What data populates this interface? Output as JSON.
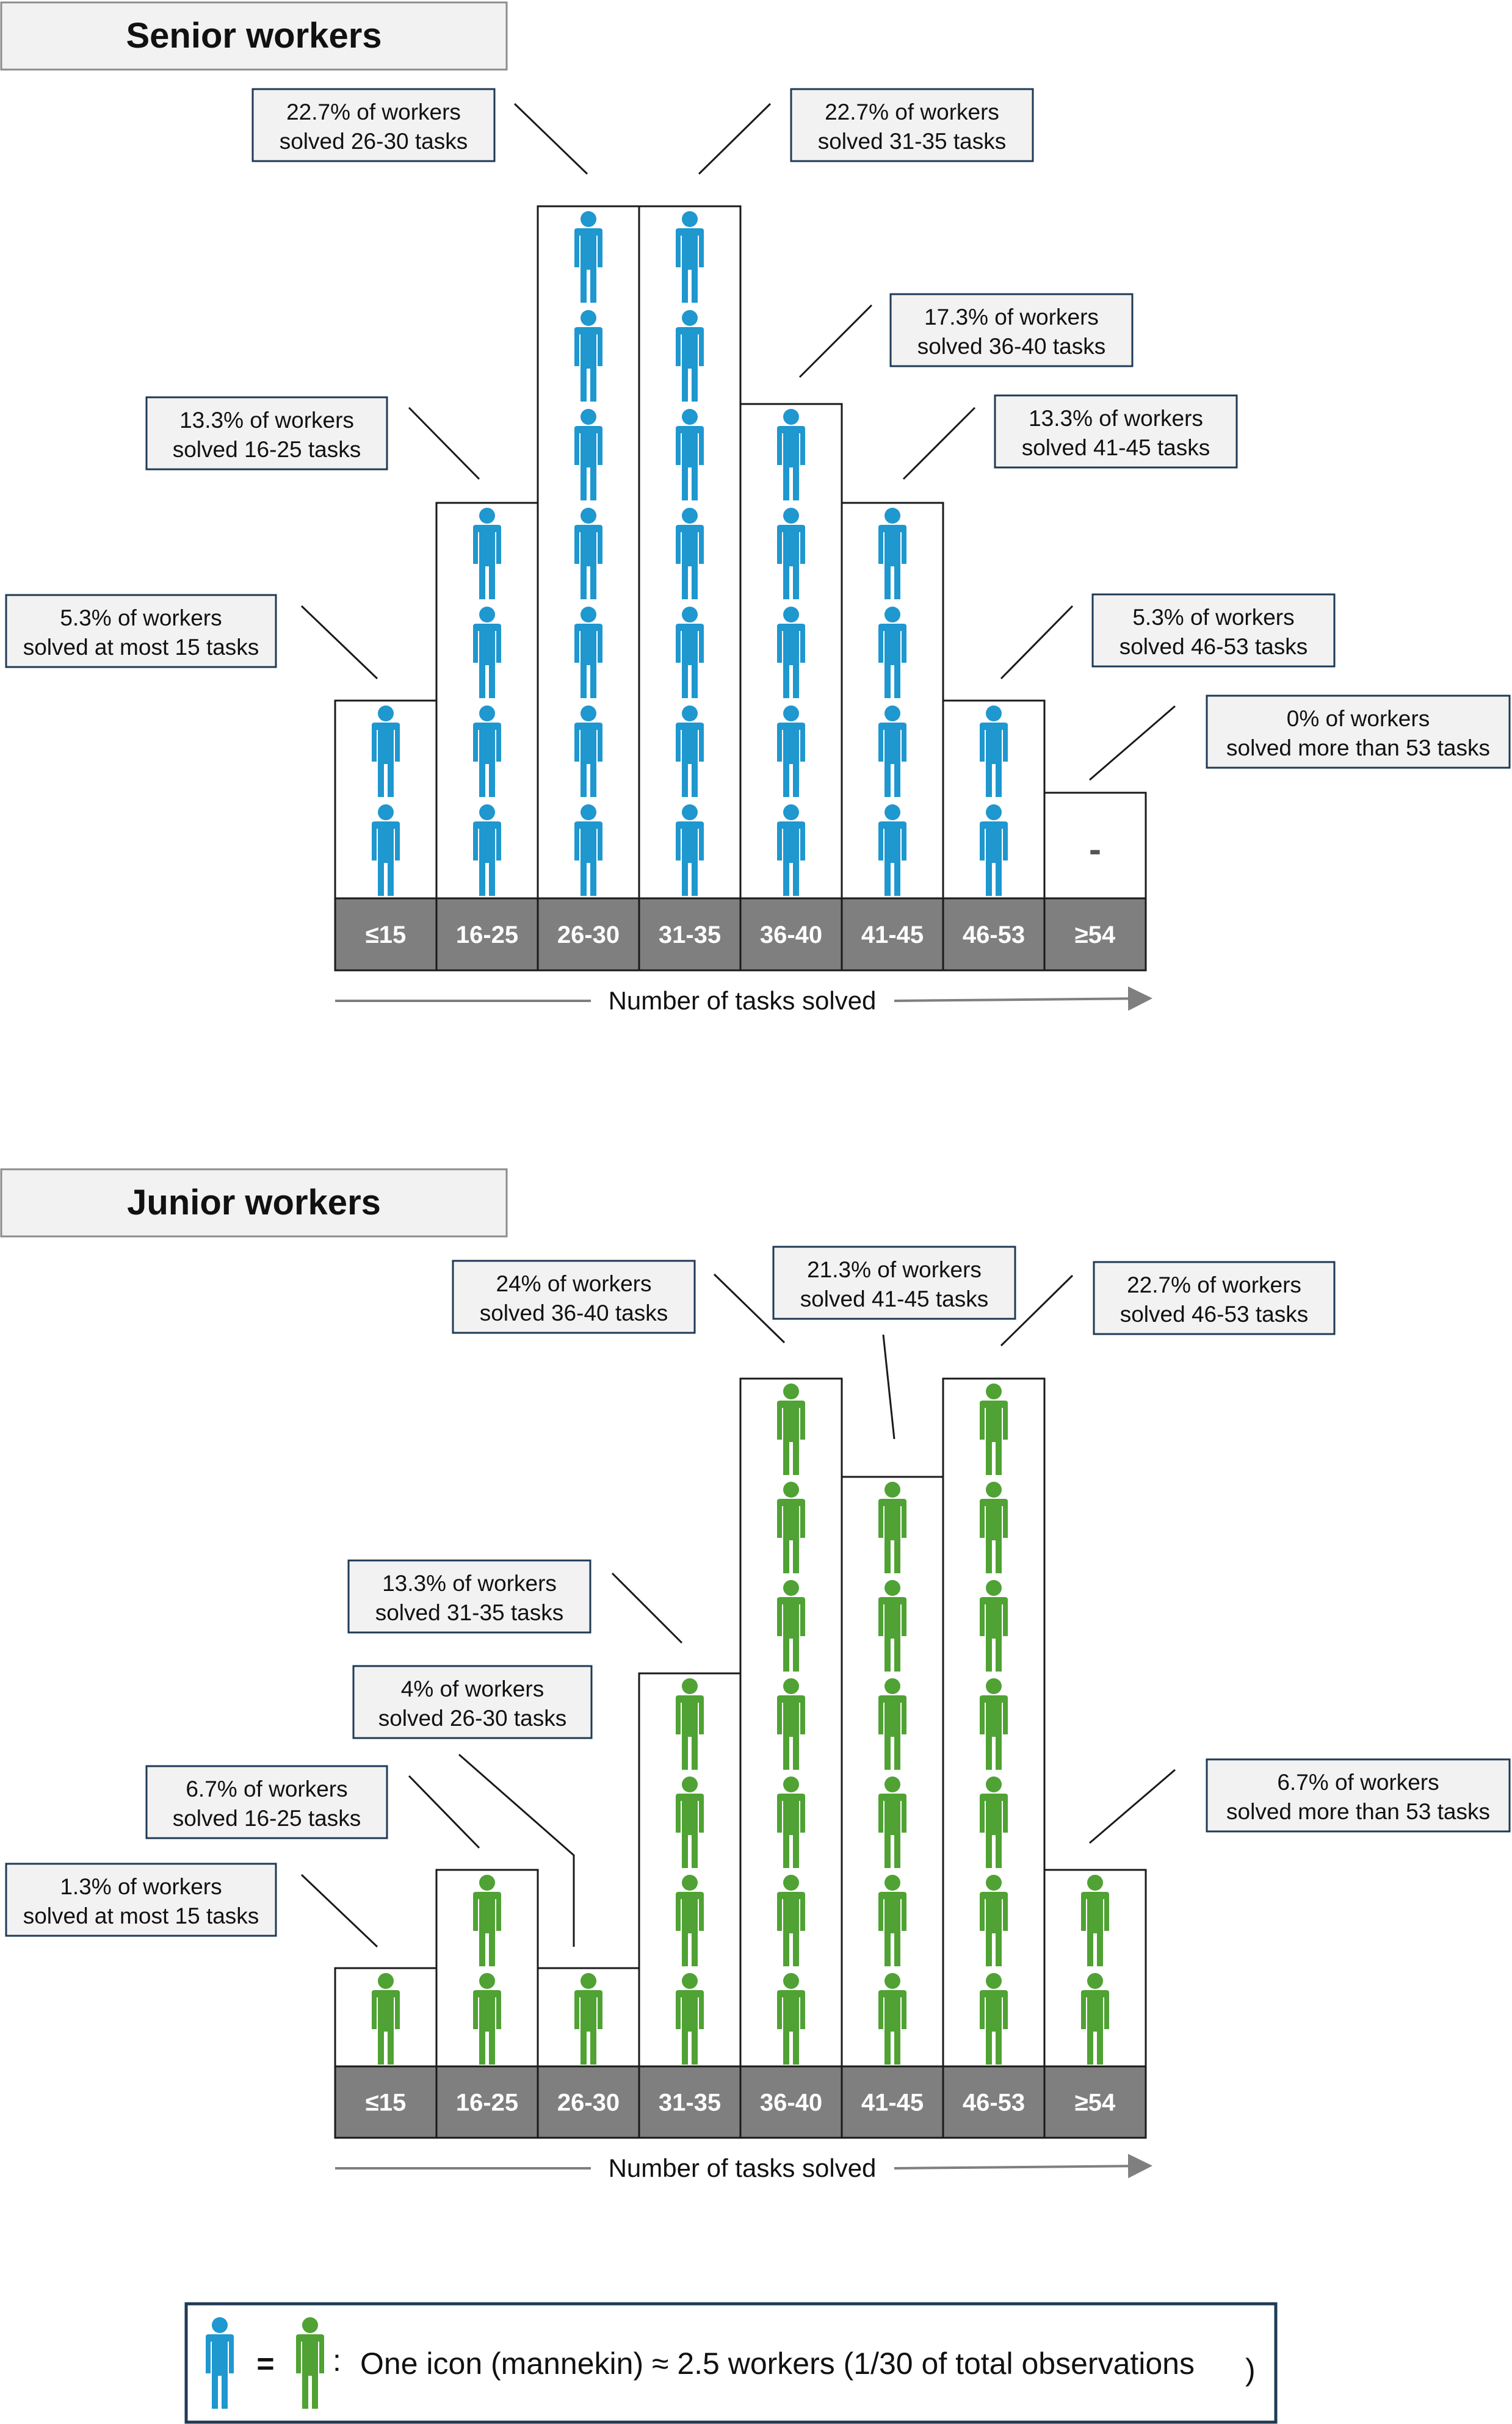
{
  "chart_data": [
    {
      "type": "bar",
      "title": "Senior workers",
      "xlabel": "Number of tasks solved",
      "ylabel": "",
      "unit": "icons",
      "icon_color": "#1f97cf",
      "categories": [
        "≤15",
        "16-25",
        "26-30",
        "31-35",
        "36-40",
        "41-45",
        "46-53",
        "≥54"
      ],
      "values": [
        2,
        4,
        7,
        7,
        5,
        4,
        2,
        0
      ],
      "empty_marker": "-",
      "annotations": [
        {
          "category": "≤15",
          "line1": "5.3% of workers",
          "line2": "solved at most 15 tasks"
        },
        {
          "category": "16-25",
          "line1": "13.3% of workers",
          "line2": "solved 16-25 tasks"
        },
        {
          "category": "26-30",
          "line1": "22.7% of workers",
          "line2": "solved 26-30 tasks"
        },
        {
          "category": "31-35",
          "line1": "22.7% of workers",
          "line2": "solved 31-35 tasks"
        },
        {
          "category": "36-40",
          "line1": "17.3% of workers",
          "line2": "solved 36-40 tasks"
        },
        {
          "category": "41-45",
          "line1": "13.3% of workers",
          "line2": "solved 41-45 tasks"
        },
        {
          "category": "46-53",
          "line1": "5.3% of workers",
          "line2": "solved 46-53 tasks"
        },
        {
          "category": "≥54",
          "line1": "0% of workers",
          "line2": "solved more than 53 tasks"
        }
      ]
    },
    {
      "type": "bar",
      "title": "Junior workers",
      "xlabel": "Number of tasks solved",
      "ylabel": "",
      "unit": "icons",
      "icon_color": "#4fa233",
      "categories": [
        "≤15",
        "16-25",
        "26-30",
        "31-35",
        "36-40",
        "41-45",
        "46-53",
        "≥54"
      ],
      "values": [
        1,
        2,
        1,
        4,
        7,
        6,
        7,
        2
      ],
      "empty_marker": "",
      "annotations": [
        {
          "category": "≤15",
          "line1": "1.3% of workers",
          "line2": "solved at most 15 tasks"
        },
        {
          "category": "16-25",
          "line1": "6.7% of workers",
          "line2": "solved 16-25 tasks"
        },
        {
          "category": "26-30",
          "line1": "4% of workers",
          "line2": "solved 26-30 tasks"
        },
        {
          "category": "31-35",
          "line1": "13.3% of workers",
          "line2": "solved 31-35 tasks"
        },
        {
          "category": "36-40",
          "line1": "24% of workers",
          "line2": "solved 36-40 tasks"
        },
        {
          "category": "41-45",
          "line1": "21.3% of workers",
          "line2": "solved 41-45 tasks"
        },
        {
          "category": "46-53",
          "line1": "22.7% of workers",
          "line2": "solved 46-53 tasks"
        },
        {
          "category": "≥54",
          "line1": "6.7% of workers",
          "line2": "solved more than 53 tasks"
        }
      ]
    }
  ],
  "legend": {
    "equals": "=",
    "colon": ":",
    "text": "One icon (mannekin) ≈ 2.5 workers (1/30 of total observations",
    "close_paren": ")",
    "icon_colors": [
      "#1f97cf",
      "#4fa233"
    ]
  },
  "colors": {
    "category_bar": "#7f7f7f",
    "title_box": "#f2f2f2",
    "title_box_border": "#8c8c8c",
    "annotation_box": "#f2f2f2",
    "annotation_border": "#1f3a55",
    "bar_border": "#1a1a1a",
    "legend_border": "#1f3a55",
    "leader_line": "#1a1a1a",
    "axis_arrow": "#7f7f7f"
  }
}
